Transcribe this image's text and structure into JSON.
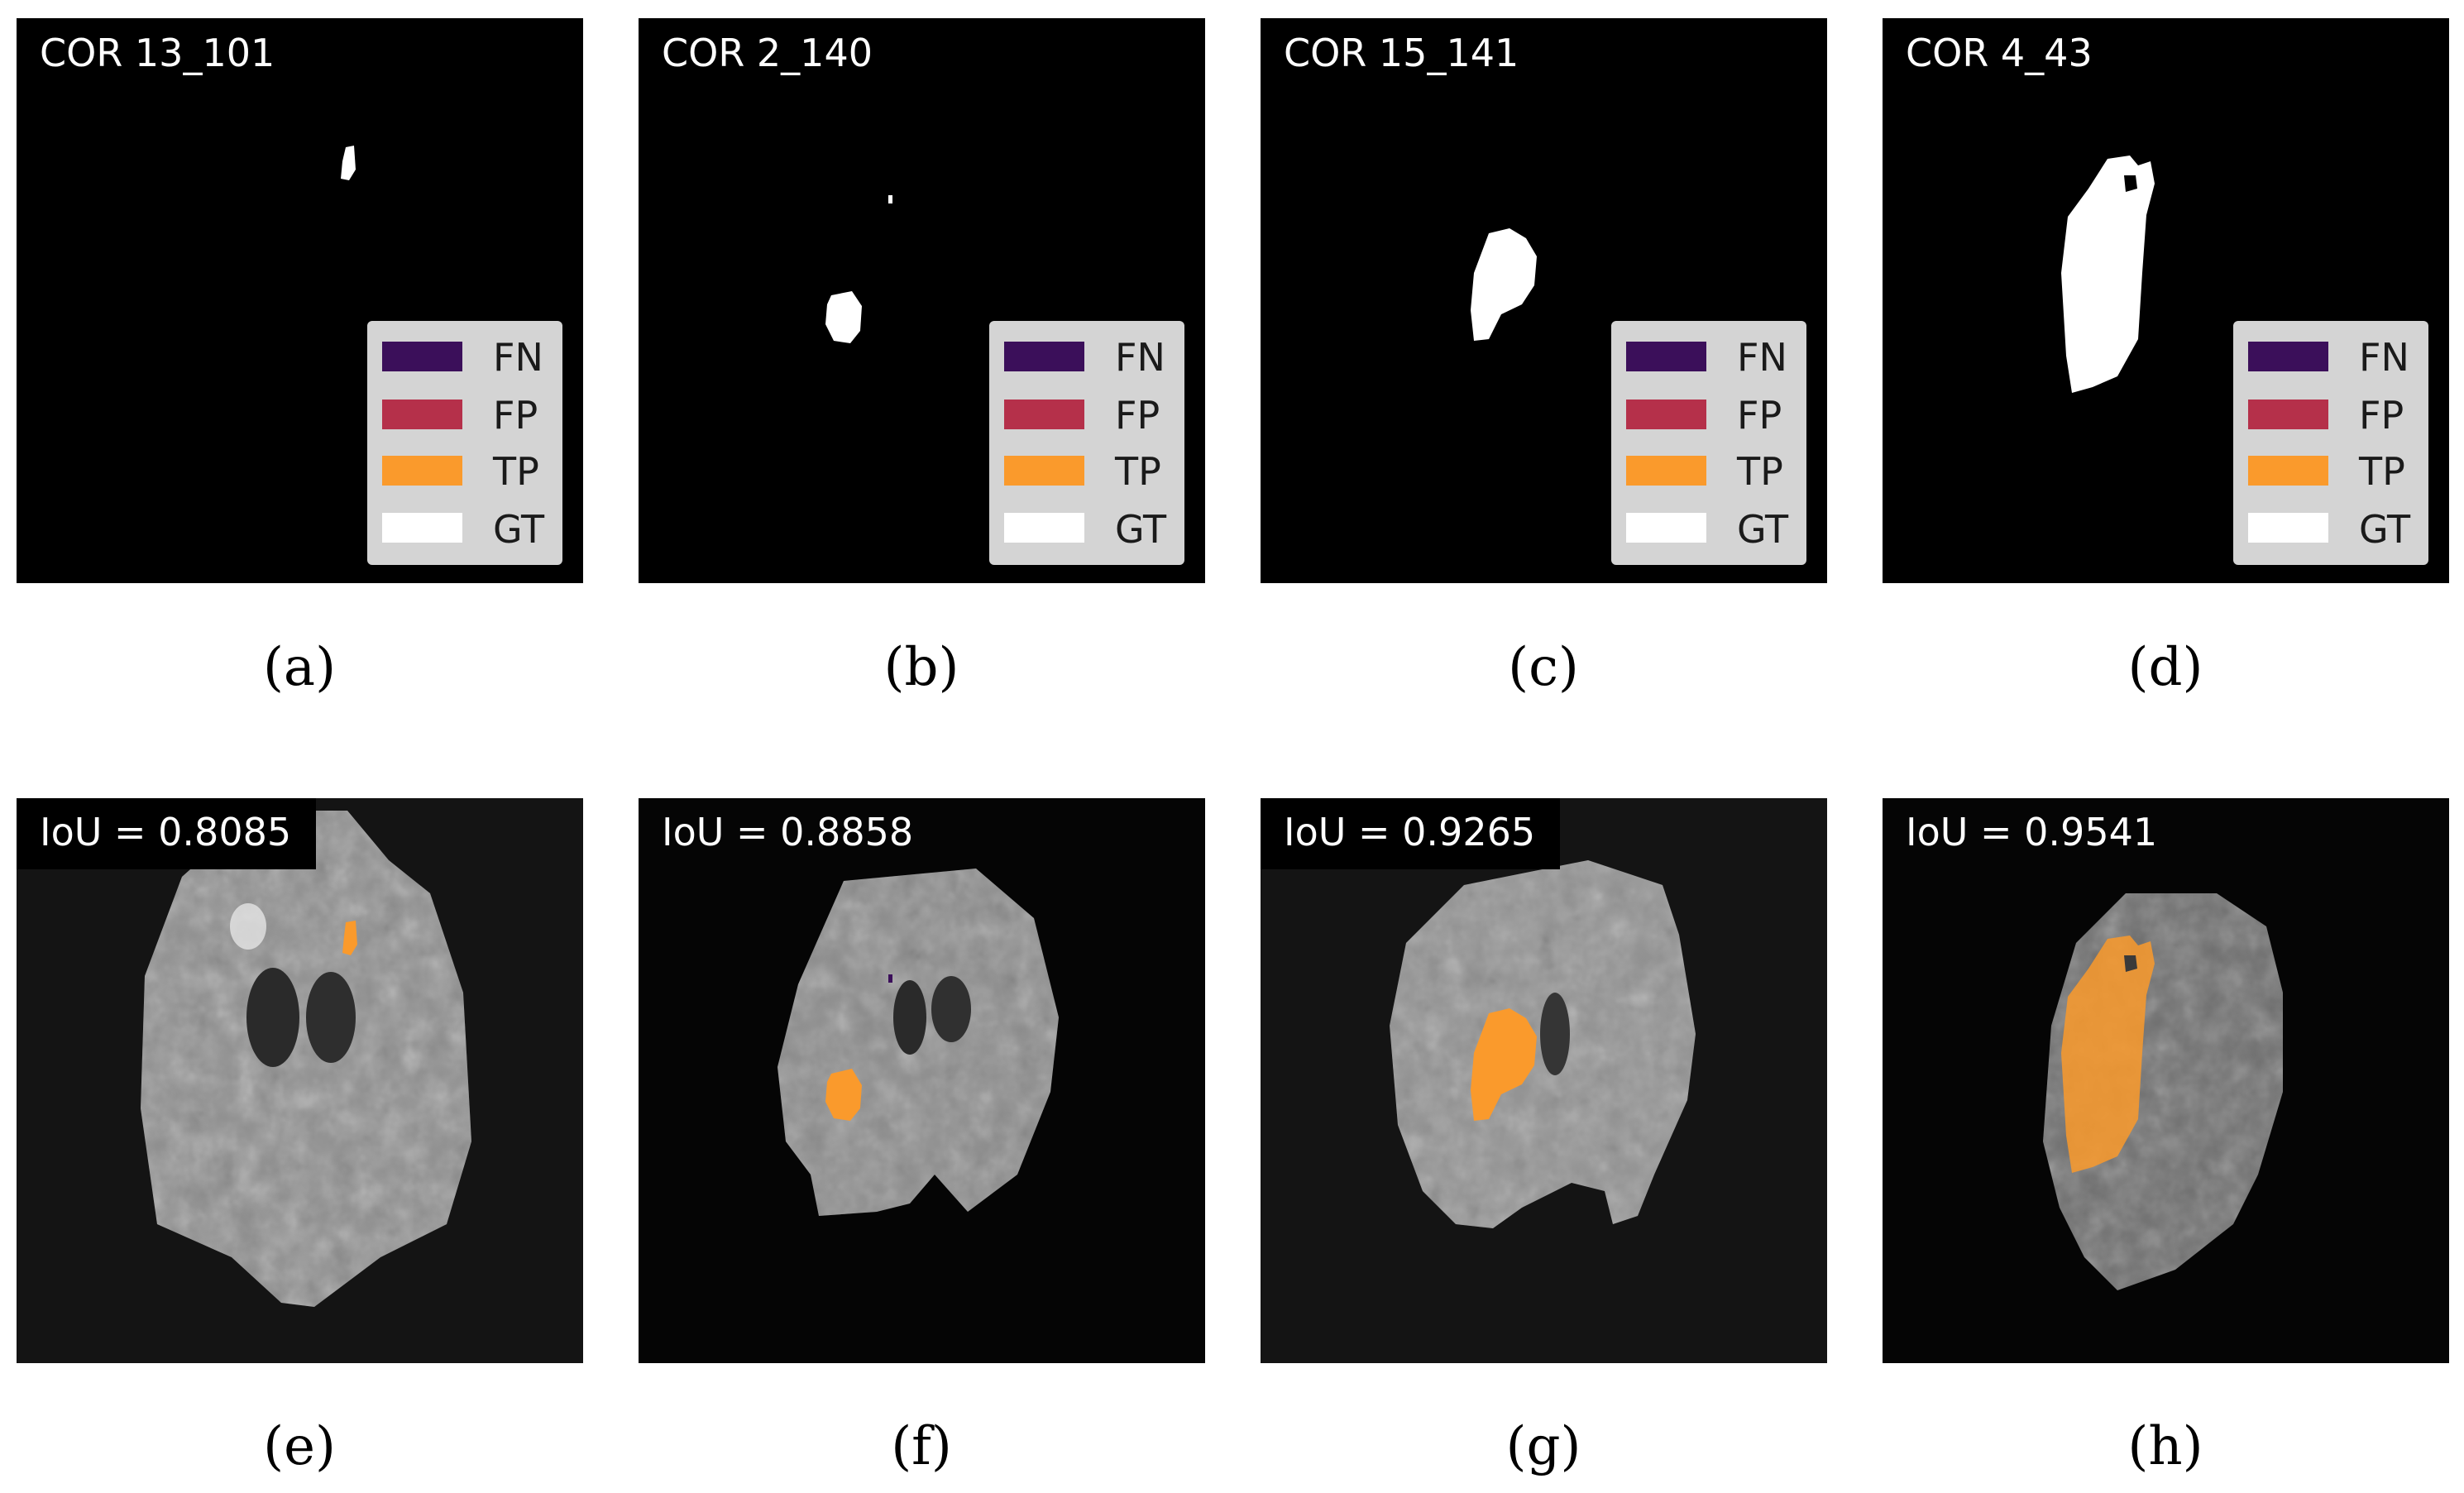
{
  "figure": {
    "top_row": [
      {
        "title": "COR 13_101",
        "caption": "(a)"
      },
      {
        "title": "COR 2_140",
        "caption": "(b)"
      },
      {
        "title": "COR 15_141",
        "caption": "(c)"
      },
      {
        "title": "COR 4_43",
        "caption": "(d)"
      }
    ],
    "bottom_row": [
      {
        "title": "IoU = 0.8085",
        "caption": "(e)"
      },
      {
        "title": "IoU = 0.8858",
        "caption": "(f)"
      },
      {
        "title": "IoU = 0.9265",
        "caption": "(g)"
      },
      {
        "title": "IoU = 0.9541",
        "caption": "(h)"
      }
    ],
    "legend": [
      {
        "label": "FN",
        "color": "#3b0f5a"
      },
      {
        "label": "FP",
        "color": "#b5304a"
      },
      {
        "label": "TP",
        "color": "#fa9a2c"
      },
      {
        "label": "GT",
        "color": "#ffffff"
      }
    ]
  }
}
